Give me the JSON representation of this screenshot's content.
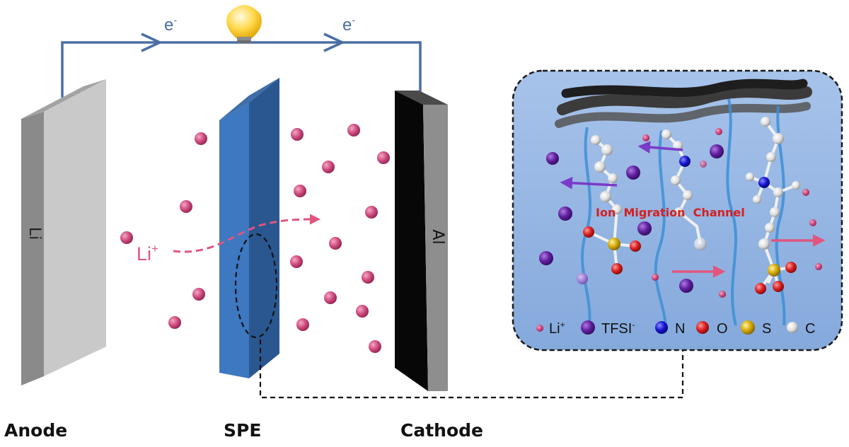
{
  "electron_label": "e",
  "electron_sup": "-",
  "labels": {
    "anode": "Anode",
    "spe": "SPE",
    "cathode": "Cathode",
    "anode_plate": "Li",
    "cathode_plate": "Al",
    "li_ion": "Li",
    "li_ion_sup": "+"
  },
  "inset": {
    "channel_label": "Ion  Migration  Channel",
    "legend": [
      {
        "text": "Li",
        "sup": "+",
        "color": "#d9557a"
      },
      {
        "text": "TFSI",
        "sup": "-",
        "color": "#6a1fa8"
      },
      {
        "text": "N",
        "sup": "",
        "color": "#1414d0"
      },
      {
        "text": "O",
        "sup": "",
        "color": "#d81e1e"
      },
      {
        "text": "S",
        "sup": "",
        "color": "#d4a800"
      },
      {
        "text": "C",
        "sup": "",
        "color": "#e8e8e8"
      }
    ]
  },
  "colors": {
    "wire": "#4a6ea5",
    "spe": "#3d78c0",
    "li_ion": "#c8437a",
    "inset_bg": "#95b6e3",
    "anode_face": "#c9c9c9",
    "cathode_face": "#070707"
  }
}
